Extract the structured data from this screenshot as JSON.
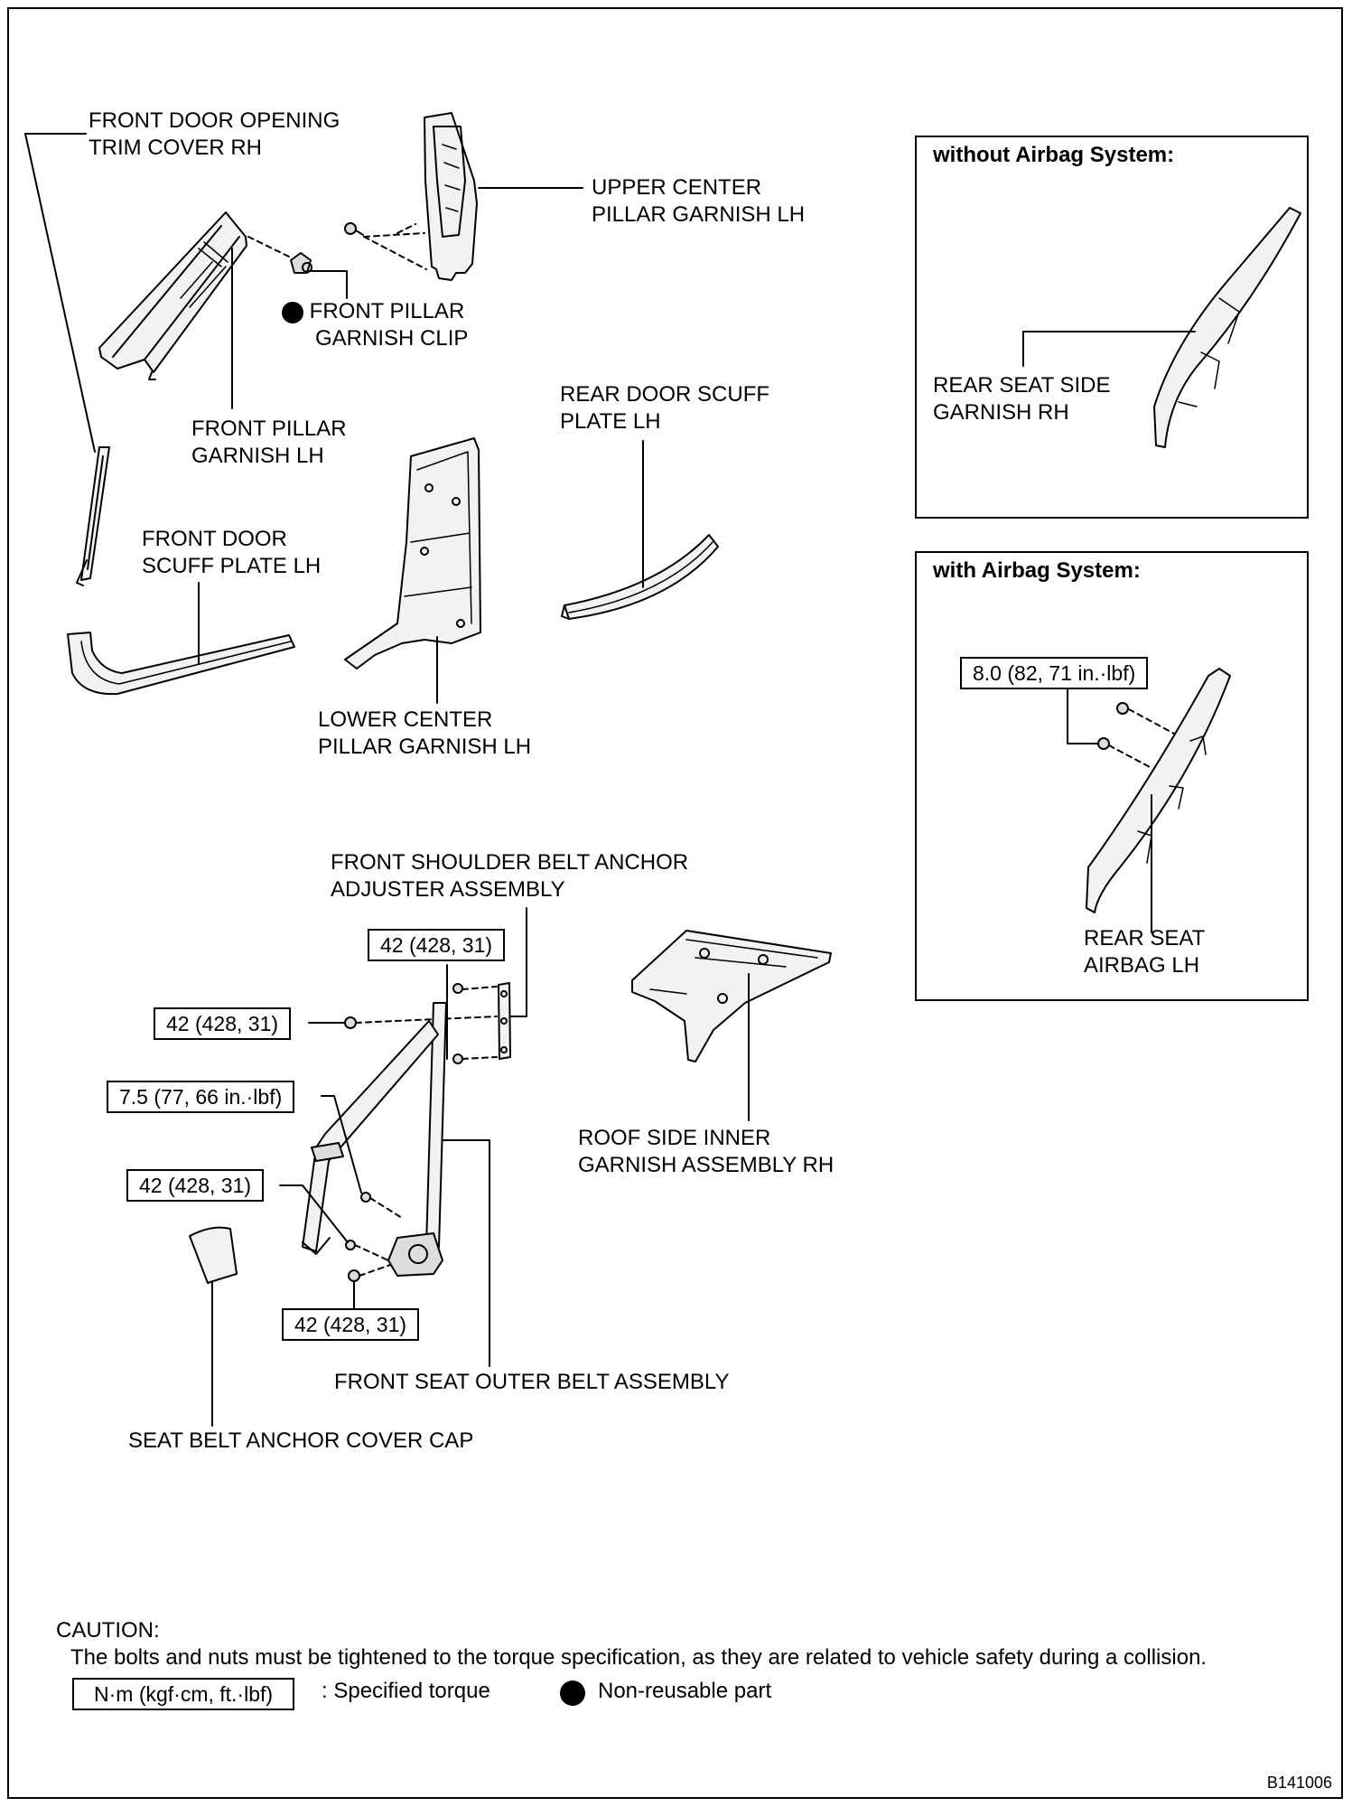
{
  "labels": {
    "front_door_opening_trim": [
      "FRONT DOOR OPENING",
      "TRIM COVER RH"
    ],
    "upper_center_pillar": [
      "UPPER CENTER",
      "PILLAR GARNISH LH"
    ],
    "front_pillar_clip": [
      "FRONT PILLAR",
      "GARNISH CLIP"
    ],
    "front_pillar_garnish": [
      "FRONT PILLAR",
      "GARNISH LH"
    ],
    "rear_door_scuff": [
      "REAR DOOR SCUFF",
      "PLATE LH"
    ],
    "front_door_scuff": [
      "FRONT DOOR",
      "SCUFF PLATE LH"
    ],
    "lower_center_pillar": [
      "LOWER CENTER",
      "PILLAR GARNISH LH"
    ],
    "shoulder_belt_anchor": [
      "FRONT SHOULDER BELT ANCHOR",
      "ADJUSTER ASSEMBLY"
    ],
    "roof_side_inner": [
      "ROOF SIDE INNER",
      "GARNISH ASSEMBLY RH"
    ],
    "front_seat_outer_belt": "FRONT SEAT OUTER BELT ASSEMBLY",
    "seat_belt_anchor_cap": "SEAT BELT ANCHOR COVER CAP"
  },
  "torques": {
    "t1": "42 (428, 31)",
    "t2": "42 (428, 31)",
    "t3": "7.5 (77, 66 in.·lbf)",
    "t4": "42 (428, 31)",
    "t5": "42 (428, 31)",
    "airbag": "8.0 (82, 71 in.·lbf)"
  },
  "panels": {
    "without_airbag": {
      "title": "without Airbag System:",
      "label": [
        "REAR SEAT SIDE",
        "GARNISH RH"
      ]
    },
    "with_airbag": {
      "title": "with Airbag System:",
      "label": [
        "REAR SEAT",
        "AIRBAG LH"
      ]
    }
  },
  "caution": {
    "title": "CAUTION:",
    "text": "The bolts and nuts must be tightened to the torque specification, as they are related to vehicle safety during a collision."
  },
  "legend": {
    "torque_box": "N·m (kgf·cm, ft.·lbf)",
    "torque_desc": ": Specified torque",
    "dot_desc": "Non-reusable part"
  },
  "figure_id": "B141006"
}
